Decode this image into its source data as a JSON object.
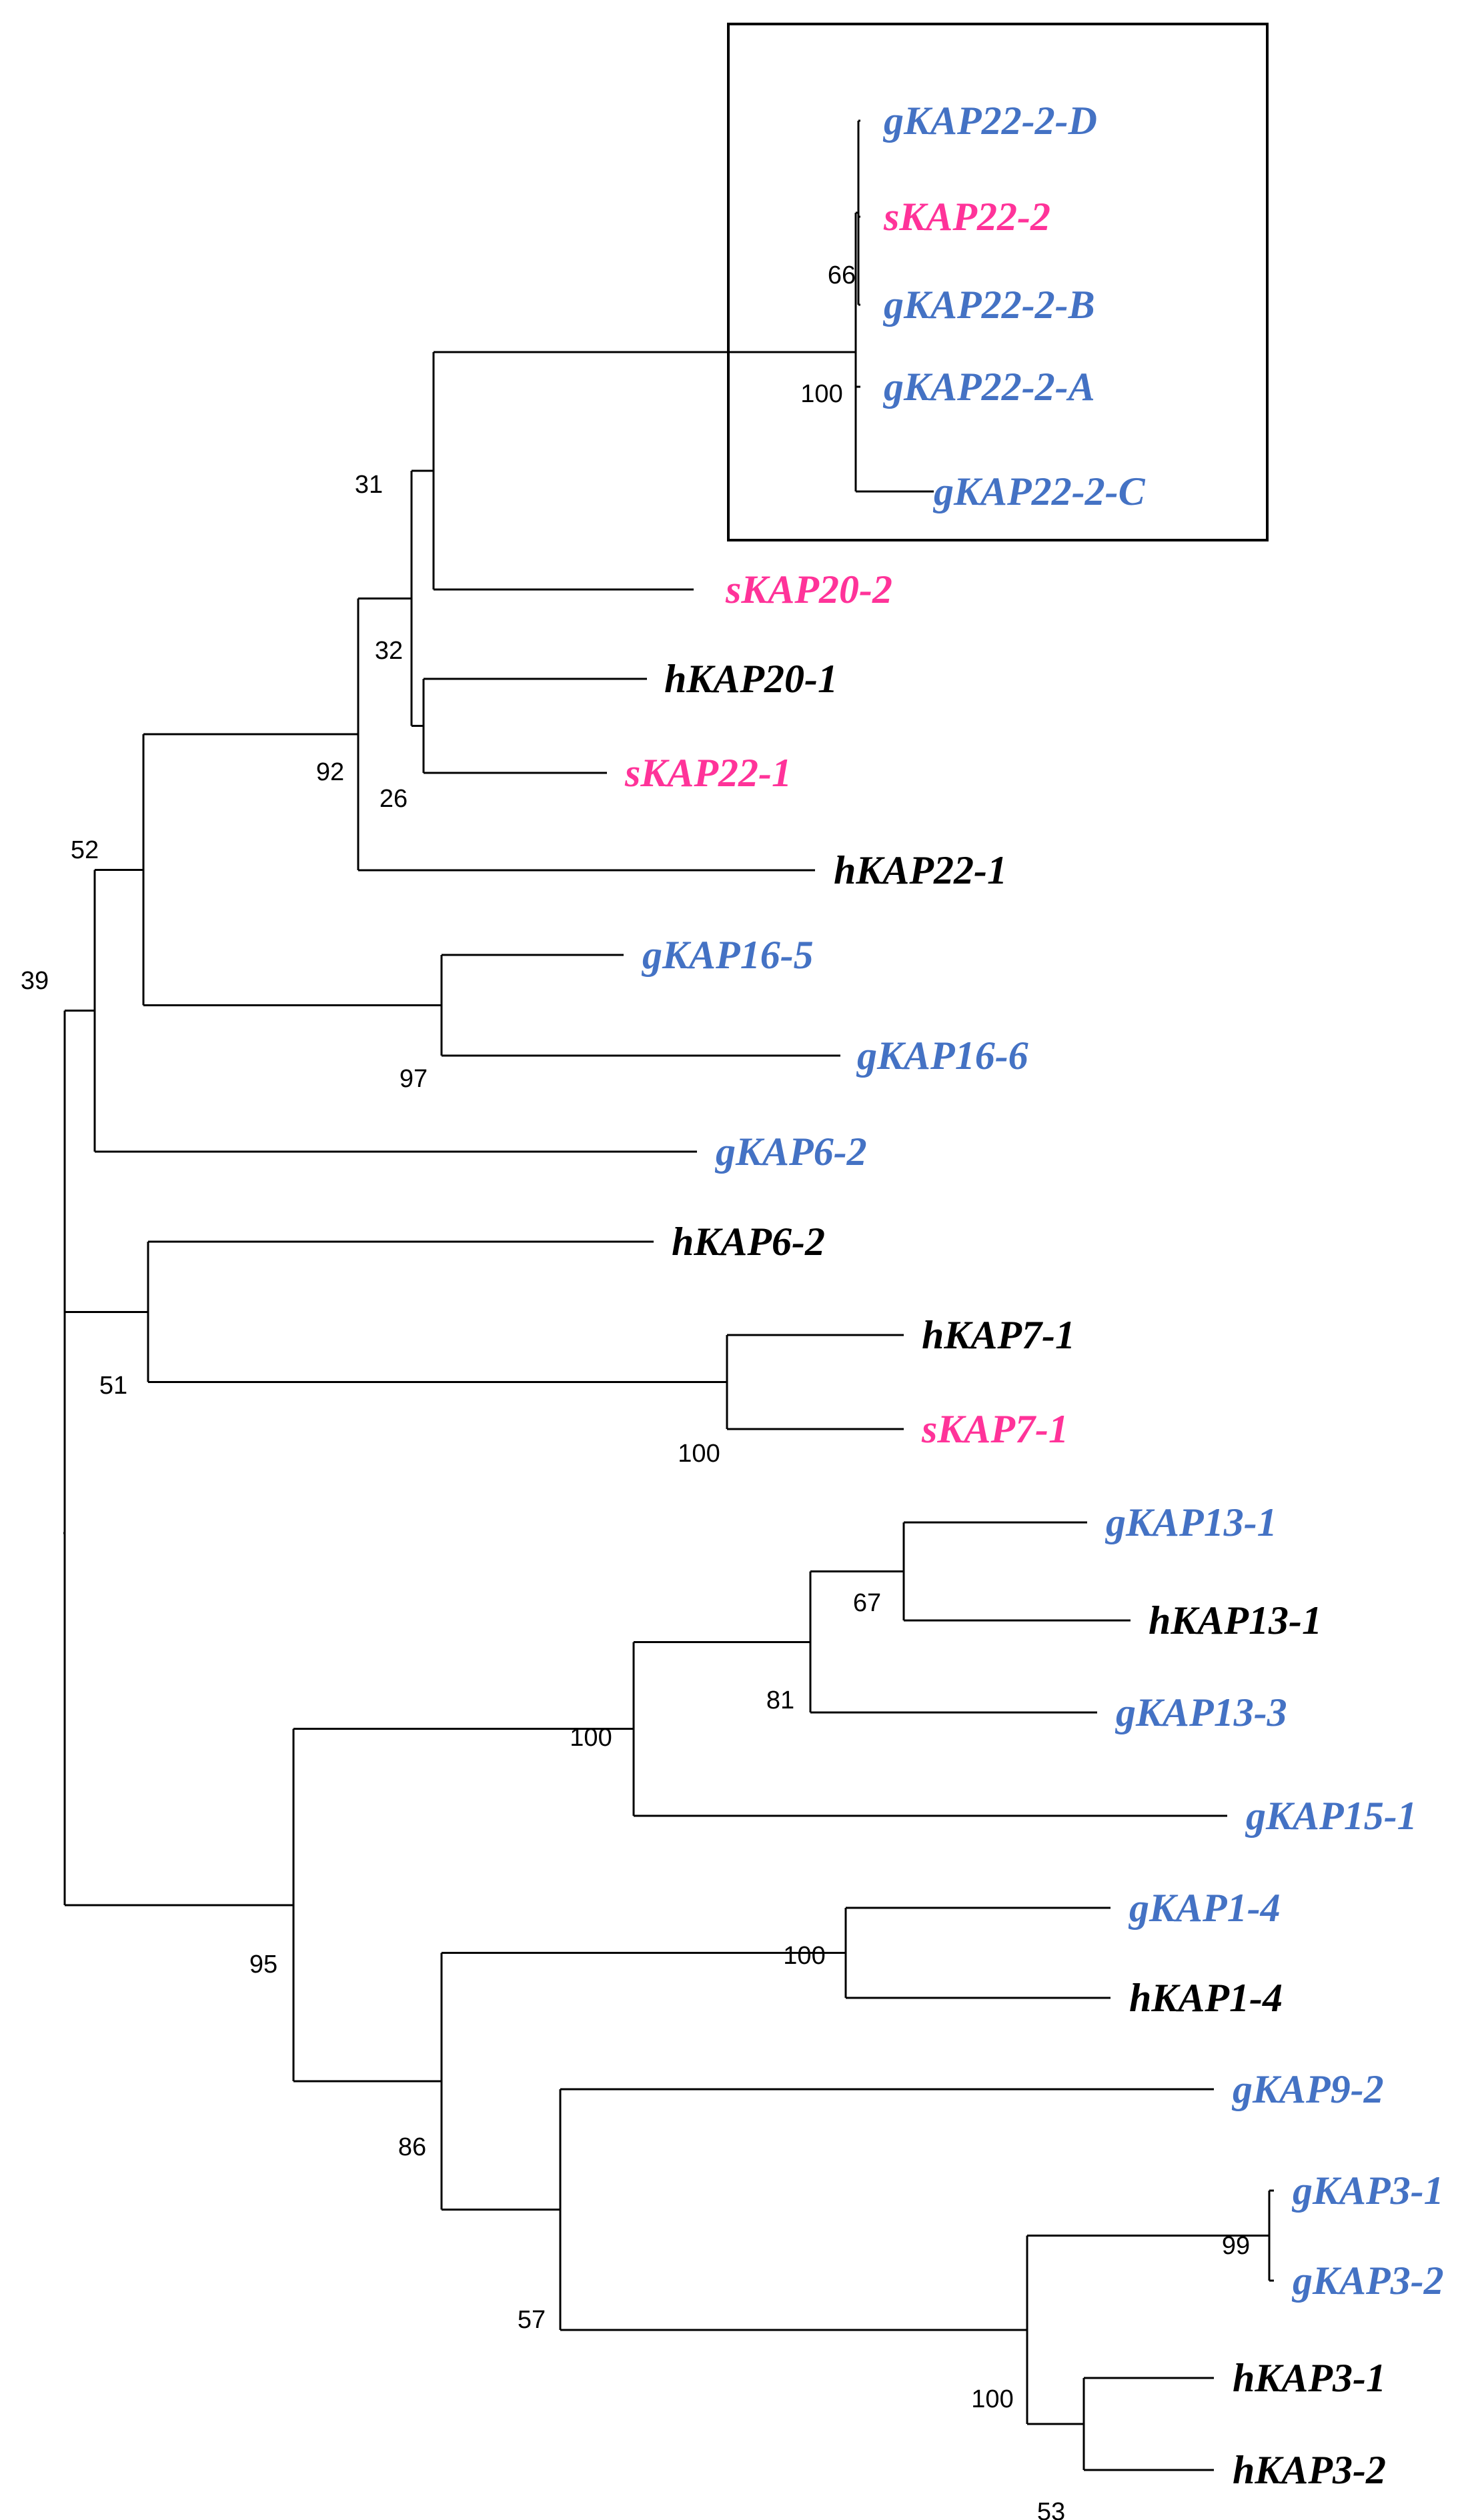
{
  "colors": {
    "gKAP": "#4472C4",
    "sKAP": "#FF3399",
    "hKAP": "#000000",
    "branch": "#000000"
  },
  "tree": {
    "leaves": [
      {
        "id": "gKAP22-2-D",
        "label": "gKAP22-2-D",
        "group": "gKAP"
      },
      {
        "id": "sKAP22-2",
        "label": "sKAP22-2",
        "group": "sKAP"
      },
      {
        "id": "gKAP22-2-B",
        "label": "gKAP22-2-B",
        "group": "gKAP"
      },
      {
        "id": "gKAP22-2-A",
        "label": "gKAP22-2-A",
        "group": "gKAP"
      },
      {
        "id": "gKAP22-2-C",
        "label": "gKAP22-2-C",
        "group": "gKAP"
      },
      {
        "id": "sKAP20-2",
        "label": "sKAP20-2",
        "group": "sKAP"
      },
      {
        "id": "hKAP20-1",
        "label": "hKAP20-1",
        "group": "hKAP"
      },
      {
        "id": "sKAP22-1",
        "label": "sKAP22-1",
        "group": "sKAP"
      },
      {
        "id": "hKAP22-1",
        "label": "hKAP22-1",
        "group": "hKAP"
      },
      {
        "id": "gKAP16-5",
        "label": "gKAP16-5",
        "group": "gKAP"
      },
      {
        "id": "gKAP16-6",
        "label": "gKAP16-6",
        "group": "gKAP"
      },
      {
        "id": "gKAP6-2",
        "label": "gKAP6-2",
        "group": "gKAP"
      },
      {
        "id": "hKAP6-2",
        "label": "hKAP6-2",
        "group": "hKAP"
      },
      {
        "id": "hKAP7-1",
        "label": "hKAP7-1",
        "group": "hKAP"
      },
      {
        "id": "sKAP7-1",
        "label": "sKAP7-1",
        "group": "sKAP"
      },
      {
        "id": "gKAP13-1",
        "label": "gKAP13-1",
        "group": "gKAP"
      },
      {
        "id": "hKAP13-1",
        "label": "hKAP13-1",
        "group": "hKAP"
      },
      {
        "id": "gKAP13-3",
        "label": "gKAP13-3",
        "group": "gKAP"
      },
      {
        "id": "gKAP15-1",
        "label": "gKAP15-1",
        "group": "gKAP"
      },
      {
        "id": "gKAP1-4",
        "label": "gKAP1-4",
        "group": "gKAP"
      },
      {
        "id": "hKAP1-4",
        "label": "hKAP1-4",
        "group": "hKAP"
      },
      {
        "id": "gKAP9-2",
        "label": "gKAP9-2",
        "group": "gKAP"
      },
      {
        "id": "gKAP3-1",
        "label": "gKAP3-1",
        "group": "gKAP"
      },
      {
        "id": "gKAP3-2",
        "label": "gKAP3-2",
        "group": "gKAP"
      },
      {
        "id": "hKAP3-1",
        "label": "hKAP3-1",
        "group": "hKAP"
      },
      {
        "id": "hKAP3-2",
        "label": "hKAP3-2",
        "group": "hKAP"
      }
    ],
    "clades": [
      {
        "id": "c66",
        "support": "66",
        "children": [
          "gKAP22-2-D",
          "sKAP22-2",
          "gKAP22-2-B"
        ]
      },
      {
        "id": "c100a",
        "support": "100",
        "children": [
          "c66",
          "gKAP22-2-A",
          "gKAP22-2-C"
        ]
      },
      {
        "id": "c31",
        "support": "31",
        "children": [
          "c100a",
          "sKAP20-2"
        ]
      },
      {
        "id": "c26",
        "support": "26",
        "children": [
          "hKAP20-1",
          "sKAP22-1"
        ]
      },
      {
        "id": "c32",
        "support": "32",
        "children": [
          "c31",
          "c26"
        ]
      },
      {
        "id": "c92",
        "support": "92",
        "children": [
          "c32",
          "hKAP22-1"
        ]
      },
      {
        "id": "c97",
        "support": "97",
        "children": [
          "gKAP16-5",
          "gKAP16-6"
        ]
      },
      {
        "id": "c52b",
        "support": "",
        "children": [
          "c92",
          "c97"
        ]
      },
      {
        "id": "c52",
        "support": "52",
        "children": [
          "c52b",
          "gKAP6-2"
        ]
      },
      {
        "id": "c100b",
        "support": "100",
        "children": [
          "hKAP7-1",
          "sKAP7-1"
        ]
      },
      {
        "id": "c51",
        "support": "51",
        "children": [
          "hKAP6-2",
          "c100b"
        ]
      },
      {
        "id": "c39",
        "support": "39",
        "children": [
          "c52",
          "c51"
        ]
      },
      {
        "id": "c67",
        "support": "67",
        "children": [
          "gKAP13-1",
          "hKAP13-1"
        ]
      },
      {
        "id": "c81",
        "support": "81",
        "children": [
          "c67",
          "gKAP13-3"
        ]
      },
      {
        "id": "c100c",
        "support": "100",
        "children": [
          "c81",
          "gKAP15-1"
        ]
      },
      {
        "id": "c100d",
        "support": "100",
        "children": [
          "gKAP1-4",
          "hKAP1-4"
        ]
      },
      {
        "id": "c99",
        "support": "99",
        "children": [
          "gKAP3-1",
          "gKAP3-2"
        ]
      },
      {
        "id": "c53",
        "support": "53",
        "children": [
          "hKAP3-1",
          "hKAP3-2"
        ]
      },
      {
        "id": "c100e",
        "support": "100",
        "children": [
          "c99",
          "c53"
        ]
      },
      {
        "id": "c57",
        "support": "57",
        "children": [
          "gKAP9-2",
          "c100e"
        ]
      },
      {
        "id": "c86",
        "support": "86",
        "children": [
          "c100d",
          "c57"
        ]
      },
      {
        "id": "c95",
        "support": "95",
        "children": [
          "c100c",
          "c86"
        ]
      },
      {
        "id": "root",
        "support": "",
        "children": [
          "c39",
          "c95"
        ]
      }
    ],
    "boxed_clade": "c100a"
  }
}
